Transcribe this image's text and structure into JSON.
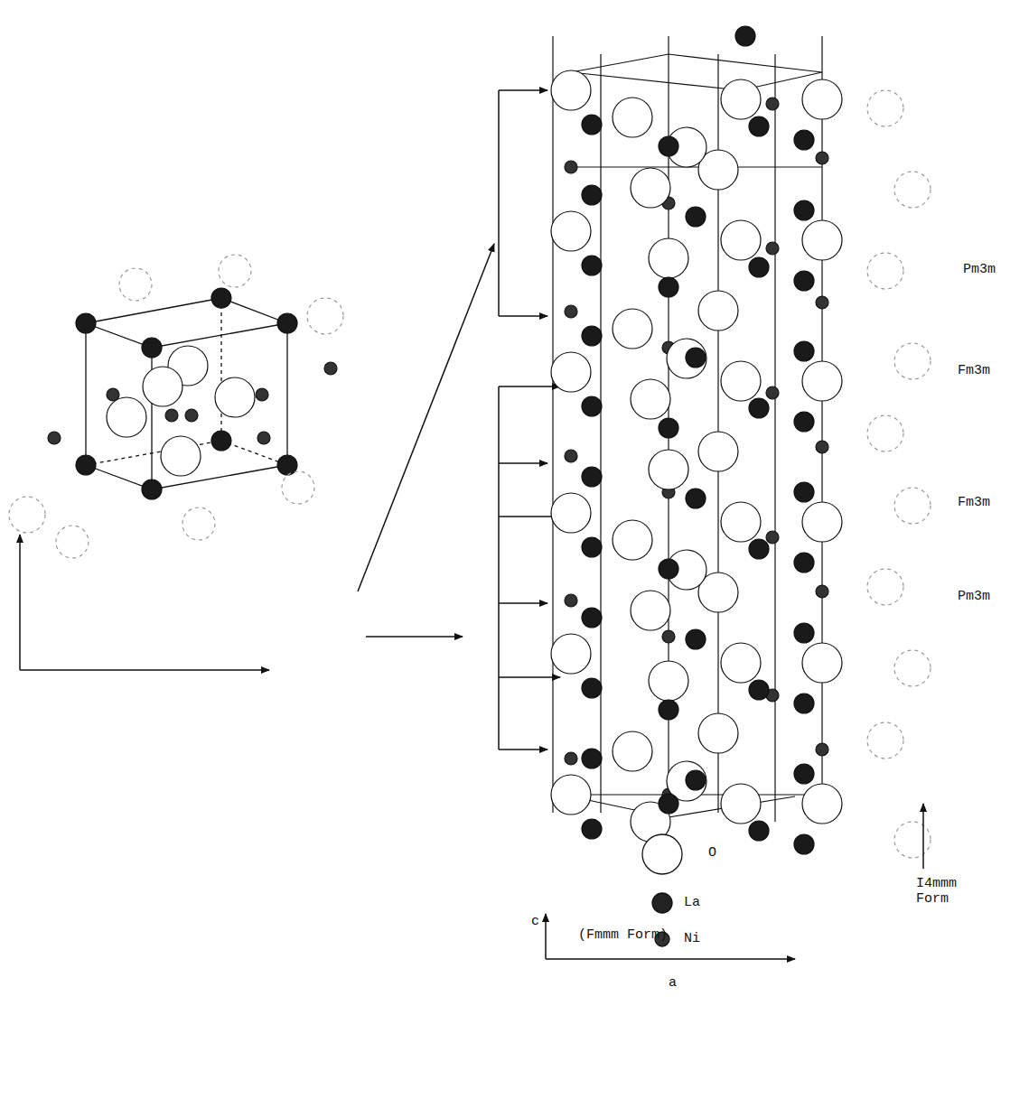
{
  "diagram": {
    "labels": [
      "Pm3m",
      "Fm3m",
      "Fm3m",
      "Pm3m",
      "c",
      "(Fmmm Form)",
      "a",
      "I4mmm Form"
    ],
    "legend": [
      {
        "text": "O"
      },
      {
        "text": "La"
      },
      {
        "text": "Ni"
      }
    ]
  }
}
